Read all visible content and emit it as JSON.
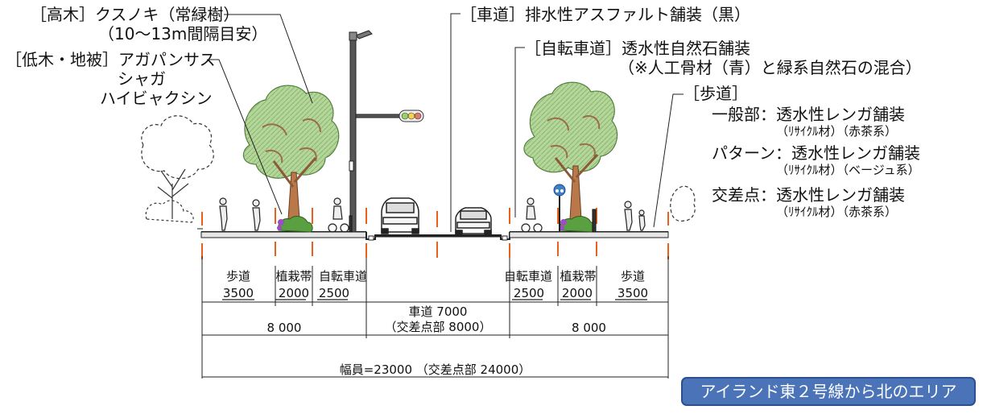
{
  "callouts": {
    "tall_tree_line1": "［高木］クスノキ（常緑樹）",
    "tall_tree_line2": "（10～13m間隔目安）",
    "low_tree_line1": "［低木・地被］アガパンサス",
    "low_tree_line2": "シャガ",
    "low_tree_line3": "ハイビャクシン",
    "roadway": "［車道］排水性アスファルト舗装（黒）",
    "bike_lane_line1": "［自転車道］透水性自然石舗装",
    "bike_lane_line2": "（※人工骨材（青）と緑系自然石の混合）",
    "sidewalk_head": "［歩道］",
    "general_label": "一般部：透水性レンガ舗装",
    "general_sub": "（ﾘｻｲｸﾙ材）（赤茶系）",
    "pattern_label": "パターン：透水性レンガ舗装",
    "pattern_sub": "（ﾘｻｲｸﾙ材）（ベージュ系）",
    "intersection_label": "交差点：透水性レンガ舗装",
    "intersection_sub": "（ﾘｻｲｸﾙ材）（赤茶系）"
  },
  "sections_left": [
    {
      "name": "歩道",
      "width": "3500"
    },
    {
      "name": "植栽帯",
      "width": "2000"
    },
    {
      "name": "自転車道",
      "width": "2500"
    }
  ],
  "sections_right": [
    {
      "name": "自転車道",
      "width": "2500"
    },
    {
      "name": "植栽帯",
      "width": "2000"
    },
    {
      "name": "歩道",
      "width": "3500"
    }
  ],
  "dims": {
    "roadway_line1": "車道 7000",
    "roadway_line2": "（交差点部 8000）",
    "left_total": "8 000",
    "right_total": "8 000",
    "overall": "幅員=23000 （交差点部 24000）"
  },
  "area_badge": "アイランド東２号線から北のエリア",
  "colors": {
    "tree_foliage": "#b5d69a",
    "tree_trunk": "#b9774a",
    "planting": "#5aa041",
    "flowers": "#9a4fc2",
    "divider_marks": "#e8621a",
    "badge": "#4b73b8"
  }
}
